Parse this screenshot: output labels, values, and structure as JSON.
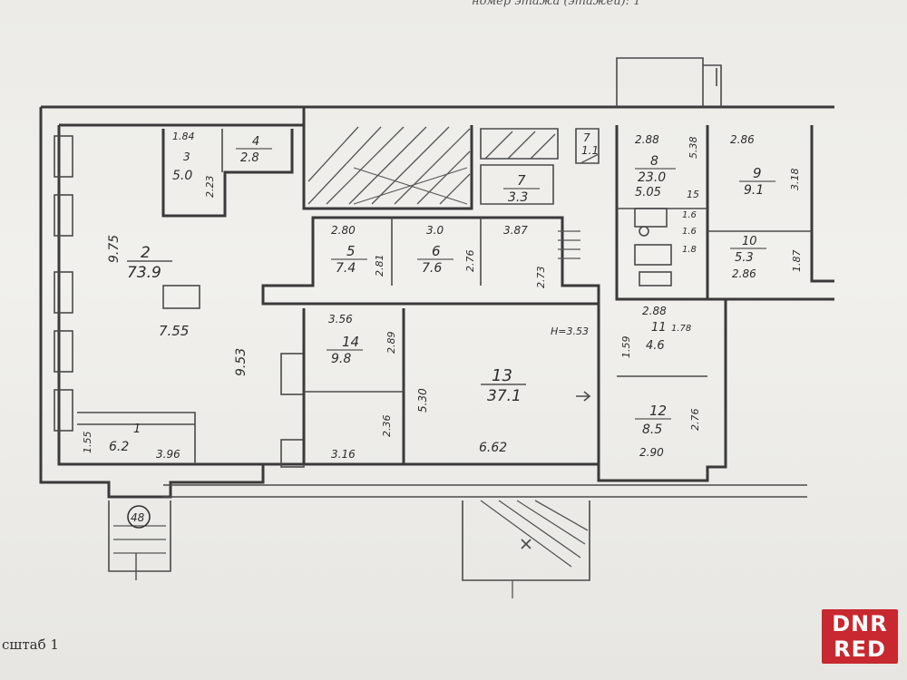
{
  "header": {
    "text": "номер этажа (этажей): 1"
  },
  "footer": {
    "scale_label": "сштаб 1"
  },
  "logo": {
    "text": "DNR RED",
    "color": "#c8282f"
  },
  "rooms": [
    {
      "id": "room-1",
      "number": "1",
      "area": "6.2"
    },
    {
      "id": "room-2",
      "number": "2",
      "area": "73.9"
    },
    {
      "id": "room-3",
      "number": "3",
      "area": "5.0"
    },
    {
      "id": "room-4",
      "number": "4",
      "area": "2.8"
    },
    {
      "id": "room-5",
      "number": "5",
      "area": "7.4"
    },
    {
      "id": "room-6",
      "number": "6",
      "area": "7.6"
    },
    {
      "id": "room-7",
      "number": "7",
      "area": "3.3"
    },
    {
      "id": "room-7b",
      "number": "7",
      "area": "1.1"
    },
    {
      "id": "room-8",
      "number": "8",
      "area": "23.0"
    },
    {
      "id": "room-9",
      "number": "9",
      "area": "9.1"
    },
    {
      "id": "room-10",
      "number": "10",
      "area": "5.3"
    },
    {
      "id": "room-11",
      "number": "11",
      "area": "4.6"
    },
    {
      "id": "room-12",
      "number": "12",
      "area": "8.5"
    },
    {
      "id": "room-13",
      "number": "13",
      "area": "37.1"
    },
    {
      "id": "room-14",
      "number": "14",
      "area": "9.8"
    }
  ],
  "dimensions": [
    {
      "id": "d-184",
      "text": "1.84"
    },
    {
      "id": "d-223",
      "text": "2.23"
    },
    {
      "id": "d-975",
      "text": "9.75"
    },
    {
      "id": "d-755",
      "text": "7.55"
    },
    {
      "id": "d-953",
      "text": "9.53"
    },
    {
      "id": "d-155",
      "text": "1.55"
    },
    {
      "id": "d-396",
      "text": "3.96"
    },
    {
      "id": "d-280",
      "text": "2.80"
    },
    {
      "id": "d-281",
      "text": "2.81"
    },
    {
      "id": "d-30",
      "text": "3.0"
    },
    {
      "id": "d-276",
      "text": "2.76"
    },
    {
      "id": "d-387",
      "text": "3.87"
    },
    {
      "id": "d-273",
      "text": "2.73"
    },
    {
      "id": "d-356",
      "text": "3.56"
    },
    {
      "id": "d-289",
      "text": "2.89"
    },
    {
      "id": "d-530",
      "text": "5.30"
    },
    {
      "id": "d-236",
      "text": "2.36"
    },
    {
      "id": "d-316",
      "text": "3.16"
    },
    {
      "id": "d-662",
      "text": "6.62"
    },
    {
      "id": "d-h353",
      "text": "H=3.53"
    },
    {
      "id": "d-288a",
      "text": "2.88"
    },
    {
      "id": "d-505",
      "text": "5.05"
    },
    {
      "id": "d-538",
      "text": "5.38"
    },
    {
      "id": "d-15",
      "text": "15"
    },
    {
      "id": "d-16a",
      "text": "1.6"
    },
    {
      "id": "d-16b",
      "text": "1.6"
    },
    {
      "id": "d-18",
      "text": "1.8"
    },
    {
      "id": "d-286a",
      "text": "2.86"
    },
    {
      "id": "d-318",
      "text": "3.18"
    },
    {
      "id": "d-286b",
      "text": "2.86"
    },
    {
      "id": "d-187",
      "text": "1.87"
    },
    {
      "id": "d-288b",
      "text": "2.88"
    },
    {
      "id": "d-159",
      "text": "1.59"
    },
    {
      "id": "d-178",
      "text": "1.78"
    },
    {
      "id": "d-276b",
      "text": "2.76"
    },
    {
      "id": "d-290",
      "text": "2.90"
    }
  ],
  "marker": {
    "text": "48"
  }
}
